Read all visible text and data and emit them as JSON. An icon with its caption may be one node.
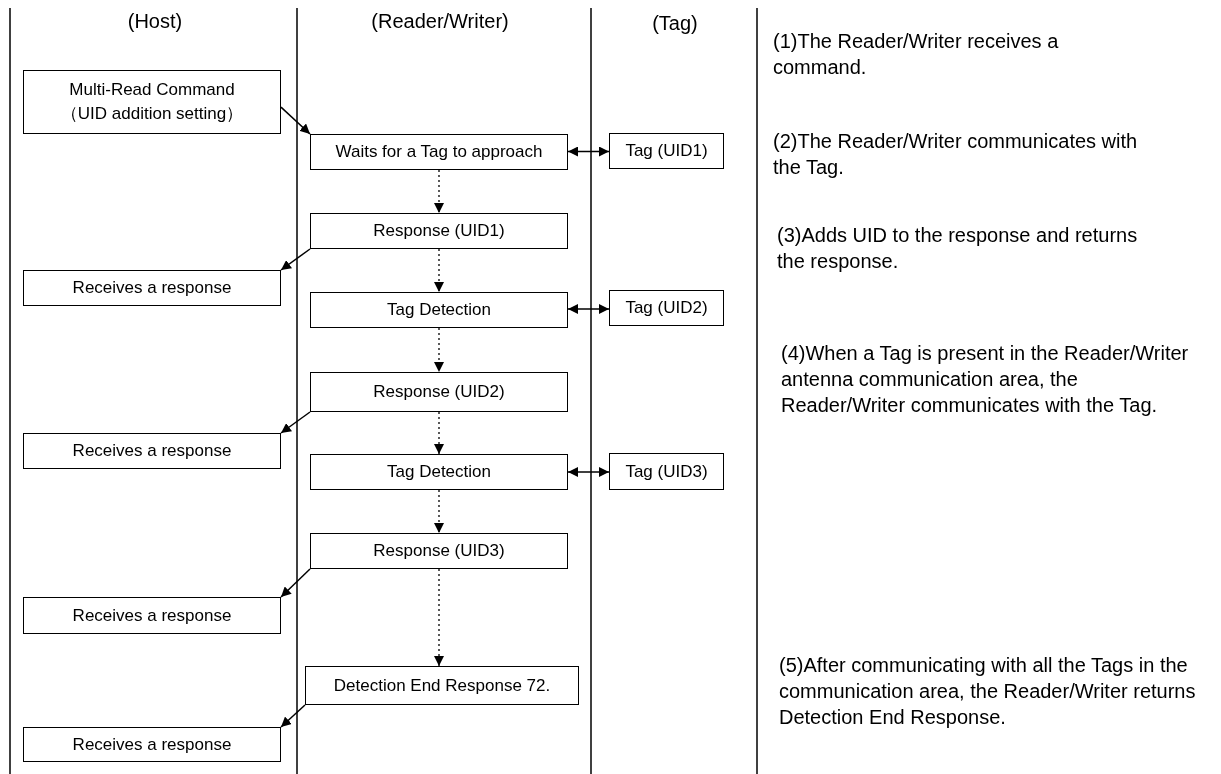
{
  "diagram": {
    "nodes": [
      {
        "text": [
          "Multi-Read Command （UID addition setting）"
        ]
      },
      {
        "text": [
          "Waits for a Tag to approach"
        ]
      },
      {
        "text": [
          "Tag (UID1)"
        ]
      },
      {
        "text": [
          "Response (UID1)"
        ]
      },
      {
        "text": [
          "Receives a response"
        ]
      },
      {
        "text": [
          "Tag Detection"
        ]
      },
      {
        "text": [
          "Tag (UID2)"
        ]
      },
      {
        "text": [
          "Response (UID2)"
        ]
      },
      {
        "text": [
          "Receives a response"
        ]
      },
      {
        "text": [
          "Tag Detection"
        ]
      },
      {
        "text": [
          "Tag (UID3)"
        ]
      },
      {
        "text": [
          "Response (UID3)"
        ]
      },
      {
        "text": [
          "Receives a response"
        ]
      },
      {
        "text": [
          "Detection End Response 72."
        ]
      },
      {
        "text": [
          "Receives a response"
        ]
      }
    ],
    "edges": [
      {
        "from": 0,
        "to": 1,
        "arrow": "to"
      },
      {
        "from": 1,
        "to": 2,
        "arrow": "both"
      },
      {
        "from": 1,
        "to": 3,
        "arrow": "to",
        "style": "dashed"
      },
      {
        "from": 3,
        "to": 4,
        "arrow": "to"
      },
      {
        "from": 3,
        "to": 5,
        "arrow": "to",
        "style": "dashed"
      },
      {
        "from": 5,
        "to": 6,
        "arrow": "both"
      },
      {
        "from": 5,
        "to": 7,
        "arrow": "to",
        "style": "dashed"
      },
      {
        "from": 7,
        "to": 8,
        "arrow": "to"
      },
      {
        "from": 7,
        "to": 9,
        "arrow": "to",
        "style": "dashed"
      },
      {
        "from": 9,
        "to": 10,
        "arrow": "both"
      },
      {
        "from": 9,
        "to": 11,
        "arrow": "to",
        "style": "dashed"
      },
      {
        "from": 11,
        "to": 12,
        "arrow": "to"
      },
      {
        "from": 11,
        "to": 13,
        "arrow": "to",
        "style": "dashed"
      },
      {
        "from": 13,
        "to": 14,
        "arrow": "to"
      }
    ],
    "labels": [
      "(Host)",
      "(Reader/Writer)",
      "(Tag)",
      "(1)The Reader/Writer receives a command.",
      "(2)The Reader/Writer communicates with the Tag.",
      "(3)Adds UID to the response and returns the response.",
      "(4)When a Tag is present in the Reader/Writer antenna communication area, the Reader/Writer communicates with the Tag.",
      "(5)After communicating with all the Tags in the communication area, the Reader/Writer returns Detection End Response."
    ]
  }
}
